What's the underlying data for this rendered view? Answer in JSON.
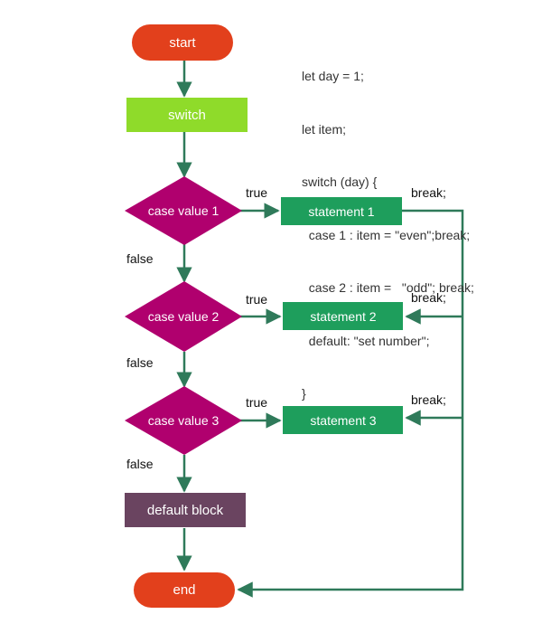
{
  "flowchart": {
    "start_label": "start",
    "switch_label": "switch",
    "cases": [
      {
        "decision": "case value 1",
        "statement": "statement 1",
        "true_label": "true",
        "false_label": "false",
        "break_label": "break;"
      },
      {
        "decision": "case value 2",
        "statement": "statement 2",
        "true_label": "true",
        "false_label": "false",
        "break_label": "break;"
      },
      {
        "decision": "case value 3",
        "statement": "statement 3",
        "true_label": "true",
        "false_label": "false",
        "break_label": "break;"
      }
    ],
    "default_label": "default block",
    "end_label": "end"
  },
  "code_lines": [
    "let day = 1;",
    "let item;",
    "switch (day) {",
    "  case 1 : item = \"even\";break;",
    "  case 2 : item =   \"odd\"; break;",
    "  default: \"set number\";",
    "}"
  ],
  "colors": {
    "terminal": "#E2401C",
    "switch": "#8FDB2A",
    "decision": "#B0006E",
    "statement": "#1E9E5C",
    "default": "#6A4460",
    "connector": "#2F7A5A"
  }
}
